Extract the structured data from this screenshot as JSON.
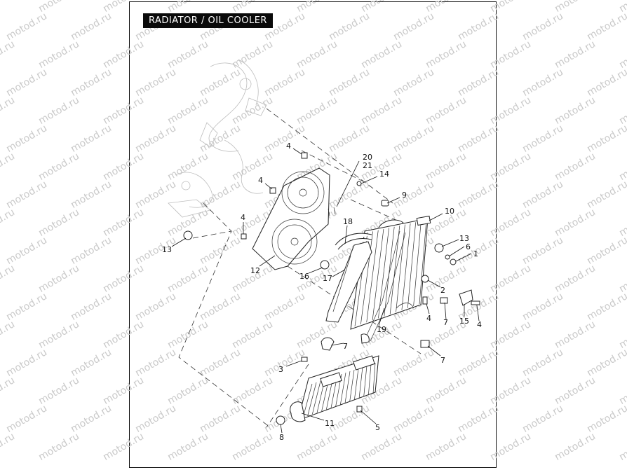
{
  "title": "RADIATOR / OIL COOLER",
  "watermark": "motod.ru",
  "colors": {
    "title_bg": "#0a0a0a",
    "title_text": "#ffffff",
    "line": "#111111",
    "watermark": "#c9c9c9"
  },
  "callouts": [
    {
      "id": "c-4a",
      "label": "4"
    },
    {
      "id": "c-20",
      "label": "20"
    },
    {
      "id": "c-21",
      "label": "21"
    },
    {
      "id": "c-14",
      "label": "14"
    },
    {
      "id": "c-4b",
      "label": "4"
    },
    {
      "id": "c-9",
      "label": "9"
    },
    {
      "id": "c-10",
      "label": "10"
    },
    {
      "id": "c-4c",
      "label": "4"
    },
    {
      "id": "c-18",
      "label": "18"
    },
    {
      "id": "c-13a",
      "label": "13"
    },
    {
      "id": "c-13b",
      "label": "13"
    },
    {
      "id": "c-6",
      "label": "6"
    },
    {
      "id": "c-1",
      "label": "1"
    },
    {
      "id": "c-12",
      "label": "12"
    },
    {
      "id": "c-16",
      "label": "16"
    },
    {
      "id": "c-17",
      "label": "17"
    },
    {
      "id": "c-2",
      "label": "2"
    },
    {
      "id": "c-4d",
      "label": "4"
    },
    {
      "id": "c-7a",
      "label": "7"
    },
    {
      "id": "c-15",
      "label": "15"
    },
    {
      "id": "c-4e",
      "label": "4"
    },
    {
      "id": "c-19",
      "label": "19"
    },
    {
      "id": "c-7b",
      "label": "7"
    },
    {
      "id": "c-7c",
      "label": "7"
    },
    {
      "id": "c-3",
      "label": "3"
    },
    {
      "id": "c-11",
      "label": "11"
    },
    {
      "id": "c-5",
      "label": "5"
    },
    {
      "id": "c-8",
      "label": "8"
    }
  ]
}
